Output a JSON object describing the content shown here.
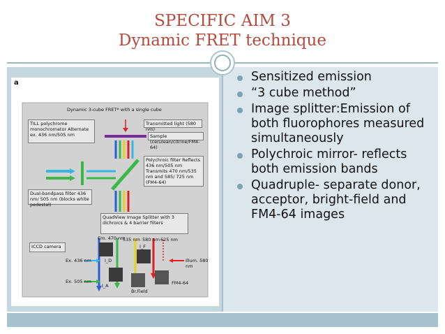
{
  "slide": {
    "title_line1": "SPECIFIC AIM 3",
    "title_line2": "Dynamic FRET technique"
  },
  "bullets": [
    "Sensitized emission",
    "“3 cube method”",
    "Image splitter:Emission of both fluorophores measured simultaneously",
    "Polychroic mirror- reflects both emission bands",
    "Quadruple- separate donor, acceptor, bright-field and FM4-64 images"
  ],
  "figure": {
    "panel_letter": "a",
    "heading": "Dynamic 3-cube FRET* with a single cube",
    "till_label": "TILL polychrome monochromator Alternate ex. 436 nm/505 nm",
    "transmitted_label": "Transmitted light (580 nm)",
    "sample_label": "Sample (cerulean/citrine/FM4-64)",
    "polychroic_label": "Polychroic filter Reflects 436 nm/505 nm Transmits 470 nm/535 nm and 585/ 725 nm (FM4-64)",
    "bandpass_label": "Dual-bandpass filter 436 nm/ 505 nm (blocks white pedestal)",
    "quadview_label": "QuadView Image Splitter with 3 dichroics & 4 barrier filters",
    "iccd_label": "ICCD camera",
    "em_label": "Em. 470 nm",
    "wl_535": "535 nm",
    "wl_580": "580 nm",
    "wl_625": "625 nm",
    "ex436_label": "Ex. 436 nm",
    "ex505_label": "Ex. 505 nm",
    "illum_label": "Illum. 580 nm",
    "i_d": "I_D",
    "i_f": "I_F",
    "i_a": "I_A",
    "brfield_label": "Br.Field",
    "fm464_label": "FM4-64",
    "colors": {
      "red": "#e02020",
      "green": "#3cb84a",
      "blue": "#2a5fd6",
      "yellow": "#e6d020",
      "cyan": "#36b7e0",
      "purple": "#7a2c9a"
    }
  }
}
